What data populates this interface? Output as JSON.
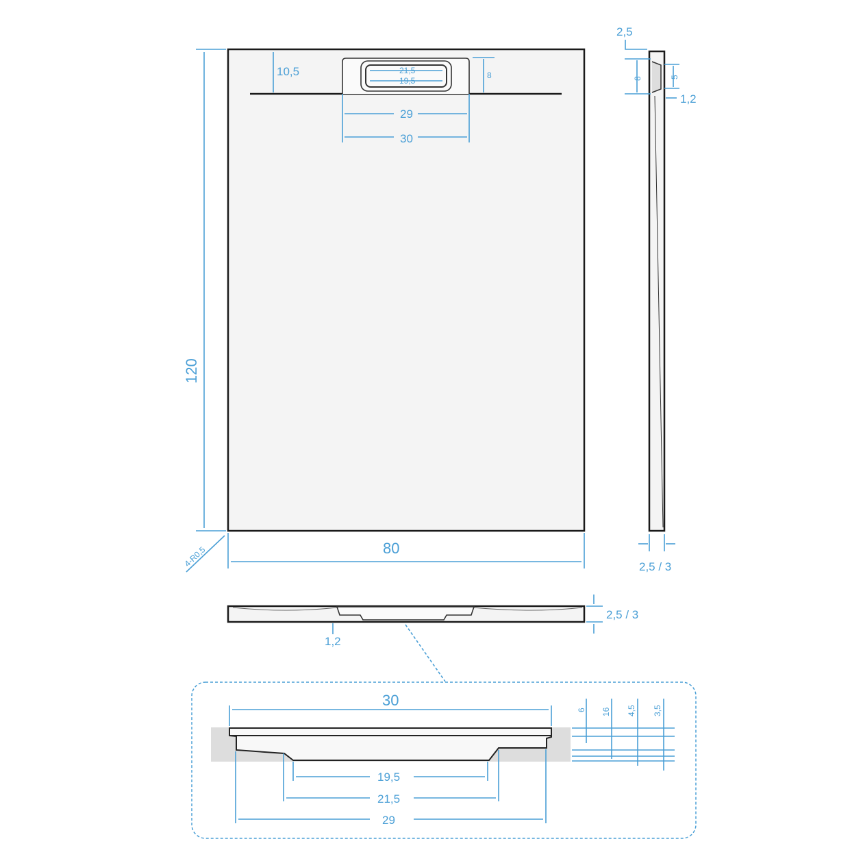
{
  "top_view": {
    "width": "80",
    "length": "120",
    "drain_offset": "10,5",
    "drain_depth": "8",
    "grate_outer": "21,5",
    "grate_inner": "19,5",
    "drain_inner": "29",
    "drain_outer": "30",
    "corner_radius": "4-R0,5"
  },
  "side_view": {
    "top": "2,5",
    "drain": "8",
    "inner": "5",
    "lip": "1,2",
    "thickness": "2,5 / 3"
  },
  "front_view": {
    "thickness": "2,5 / 3",
    "lip": "1,2"
  },
  "detail_view": {
    "top_width": "30",
    "inner": "19,5",
    "mid": "21,5",
    "bottom": "29",
    "heights": [
      "6",
      "16",
      "4,5",
      "3,5"
    ]
  },
  "colors": {
    "dimension": "#4a9fd6",
    "outline": "#1a1a1a"
  }
}
